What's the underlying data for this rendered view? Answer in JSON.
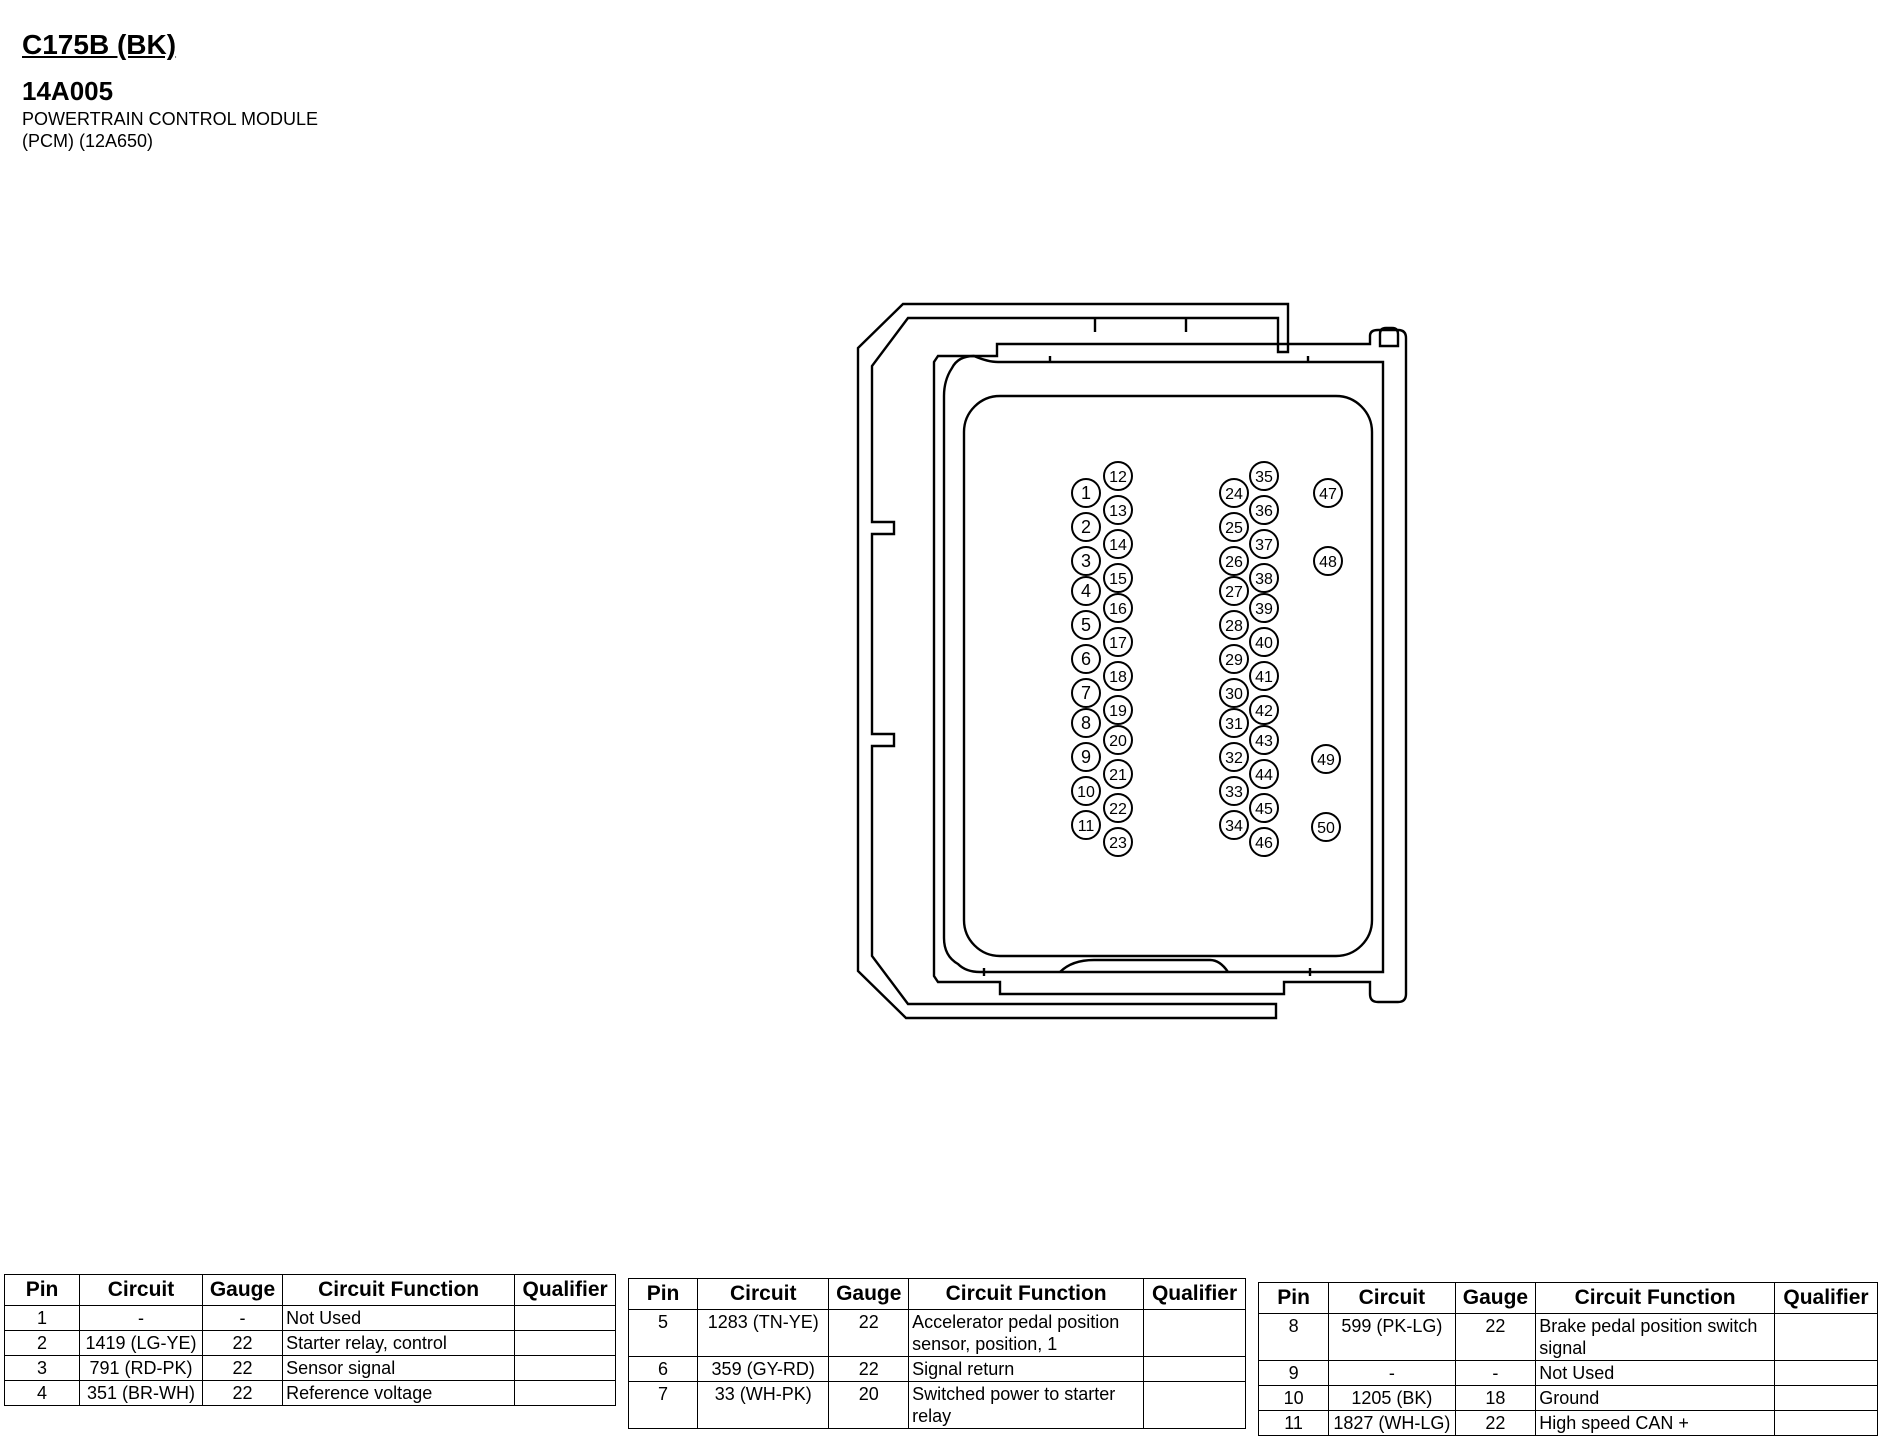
{
  "header": {
    "connector_id": "C175B (BK)",
    "part_number": "14A005",
    "module_line1": "POWERTRAIN CONTROL MODULE",
    "module_line2": "(PCM) (12A650)"
  },
  "pin_labels": [
    "1",
    "2",
    "3",
    "4",
    "5",
    "6",
    "7",
    "8",
    "9",
    "10",
    "11",
    "12",
    "13",
    "14",
    "15",
    "16",
    "17",
    "18",
    "19",
    "20",
    "21",
    "22",
    "23",
    "24",
    "25",
    "26",
    "27",
    "28",
    "29",
    "30",
    "31",
    "32",
    "33",
    "34",
    "35",
    "36",
    "37",
    "38",
    "39",
    "40",
    "41",
    "42",
    "43",
    "44",
    "45",
    "46",
    "47",
    "48",
    "49",
    "50"
  ],
  "table_headers": [
    "Pin",
    "Circuit",
    "Gauge",
    "Circuit Function",
    "Qualifier"
  ],
  "tables": [
    [
      {
        "pin": "1",
        "circuit": "-",
        "gauge": "-",
        "function": "Not Used",
        "qualifier": ""
      },
      {
        "pin": "2",
        "circuit": "1419 (LG-YE)",
        "gauge": "22",
        "function": "Starter relay, control",
        "qualifier": ""
      },
      {
        "pin": "3",
        "circuit": "791 (RD-PK)",
        "gauge": "22",
        "function": "Sensor signal",
        "qualifier": ""
      },
      {
        "pin": "4",
        "circuit": "351 (BR-WH)",
        "gauge": "22",
        "function": "Reference voltage",
        "qualifier": ""
      }
    ],
    [
      {
        "pin": "5",
        "circuit": "1283 (TN-YE)",
        "gauge": "22",
        "function": "Accelerator pedal position sensor, position, 1",
        "qualifier": ""
      },
      {
        "pin": "6",
        "circuit": "359 (GY-RD)",
        "gauge": "22",
        "function": "Signal return",
        "qualifier": ""
      },
      {
        "pin": "7",
        "circuit": "33 (WH-PK)",
        "gauge": "20",
        "function": "Switched power to starter relay",
        "qualifier": ""
      }
    ],
    [
      {
        "pin": "8",
        "circuit": "599 (PK-LG)",
        "gauge": "22",
        "function": "Brake pedal position switch signal",
        "qualifier": ""
      },
      {
        "pin": "9",
        "circuit": "-",
        "gauge": "-",
        "function": "Not Used",
        "qualifier": ""
      },
      {
        "pin": "10",
        "circuit": "1205 (BK)",
        "gauge": "18",
        "function": "Ground",
        "qualifier": ""
      },
      {
        "pin": "11",
        "circuit": "1827 (WH-LG)",
        "gauge": "22",
        "function": "High speed CAN +",
        "qualifier": ""
      }
    ]
  ]
}
